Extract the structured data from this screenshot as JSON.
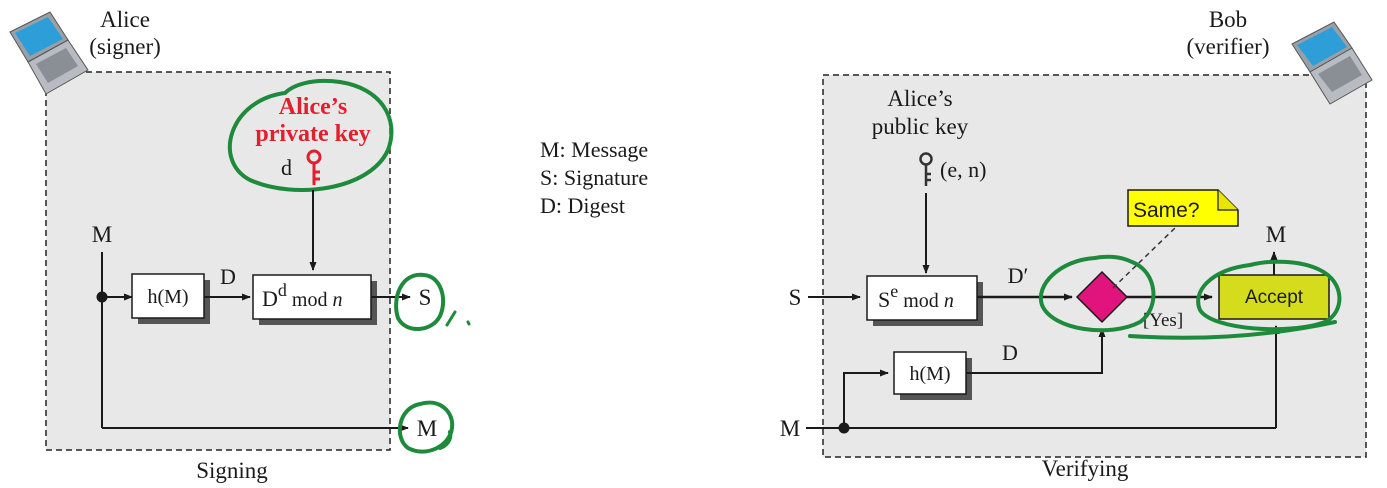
{
  "signer": {
    "name": "Alice",
    "role": "(signer)",
    "panel_label": "Signing",
    "key_label_line1": "Alice’s",
    "key_label_line2": "private key",
    "key_symbol": "d",
    "message_in": "M",
    "hash_box": "h(M)",
    "digest_label": "D",
    "sign_box_base": "D",
    "sign_box_exp": "d",
    "sign_box_rest": " mod ",
    "sign_box_mod": "n",
    "signature_out": "S",
    "message_out": "M"
  },
  "legend": {
    "items": [
      "M: Message",
      "S: Signature",
      "D: Digest"
    ]
  },
  "verifier": {
    "name": "Bob",
    "role": "(verifier)",
    "panel_label": "Verifying",
    "key_label_line1": "Alice’s",
    "key_label_line2": "public key",
    "key_value": "(e, n)",
    "signature_in": "S",
    "message_in": "M",
    "verify_box_base": "S",
    "verify_box_exp": "e",
    "verify_box_rest": " mod ",
    "verify_box_mod": "n",
    "digest_prime_label": "D′",
    "hash_box": "h(M)",
    "digest_label": "D",
    "compare_note": "Same?",
    "yes_label": "[Yes]",
    "accept_label": "Accept",
    "message_out": "M"
  },
  "colors": {
    "panel_fill": "#e8e8e8",
    "private_key_red": "#e0202e",
    "compare_magenta": "#e0147c",
    "note_yellow": "#ffff00",
    "accept_fill": "#d4dc1c",
    "annotation_green": "#1e8a3c"
  }
}
